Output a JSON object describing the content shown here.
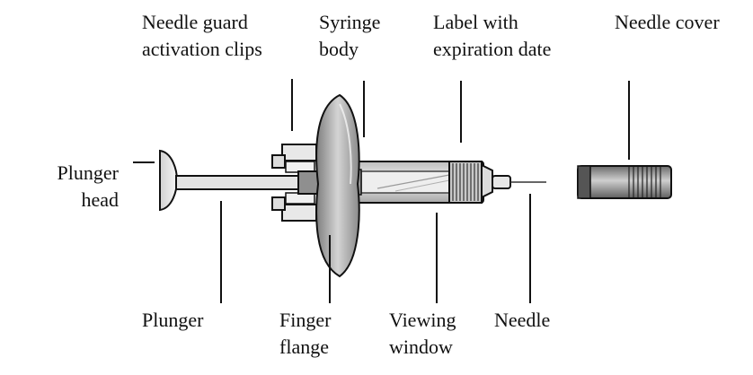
{
  "labels": {
    "needle_guard_clips": [
      "Needle guard",
      "activation clips"
    ],
    "syringe_body": [
      "Syringe",
      "body"
    ],
    "label_expiration": [
      "Label with",
      "expiration date"
    ],
    "needle_cover": [
      "Needle cover"
    ],
    "plunger_head": [
      "Plunger",
      "head"
    ],
    "plunger": [
      "Plunger"
    ],
    "finger_flange": [
      "Finger",
      "flange"
    ],
    "viewing_window": [
      "Viewing",
      "window"
    ],
    "needle": [
      "Needle"
    ]
  }
}
